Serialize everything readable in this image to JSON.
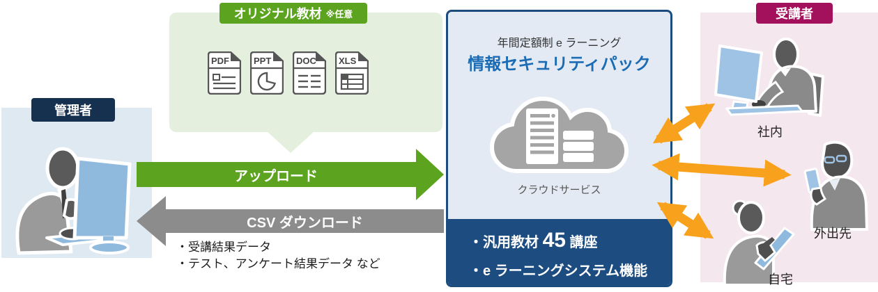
{
  "colors": {
    "accent_green": "#5ca41f",
    "light_green_panel": "#e4f0dd",
    "navy_badge": "#16304f",
    "panel_blue_border": "#1c4c7e",
    "panel_blue_bg": "#e3eaf3",
    "dark_blue_band": "#1d4d80",
    "title_blue": "#1b6cb4",
    "light_blue_panel": "#dfe9f2",
    "crimson_badge": "#a3105c",
    "pink_panel": "#f5e7ee",
    "orange_arrow": "#f8a11d",
    "gray_arrow": "#8c8c8c",
    "cloud_gray": "#a5a5a5",
    "device_blue": "#8fb9dd"
  },
  "admin": {
    "badge": "管理者"
  },
  "materials": {
    "badge": "オリジナル教材",
    "badge_note": "※任意",
    "files": [
      {
        "label": "PDF",
        "glyph": "document-lines-icon"
      },
      {
        "label": "PPT",
        "glyph": "pie-chart-icon"
      },
      {
        "label": "DOC",
        "glyph": "text-lines-icon"
      },
      {
        "label": "XLS",
        "glyph": "table-grid-icon"
      }
    ]
  },
  "flows": {
    "upload_label": "アップロード",
    "download_label": "CSV ダウンロード",
    "download_notes": [
      "・受講結果データ",
      "・テスト、アンケート結果データ など"
    ]
  },
  "service": {
    "subtitle": "年間定額制 e ラーニング",
    "title": "情報セキュリティパック",
    "cloud_label": "クラウドサービス",
    "features": [
      {
        "prefix": "・汎用教材 ",
        "big": "45",
        "suffix": " 講座"
      },
      {
        "prefix": "・e ラーニングシステム機能",
        "big": "",
        "suffix": ""
      }
    ]
  },
  "learners": {
    "badge": "受講者",
    "locations": [
      {
        "label": "社内"
      },
      {
        "label": "外出先"
      },
      {
        "label": "自宅"
      }
    ]
  }
}
